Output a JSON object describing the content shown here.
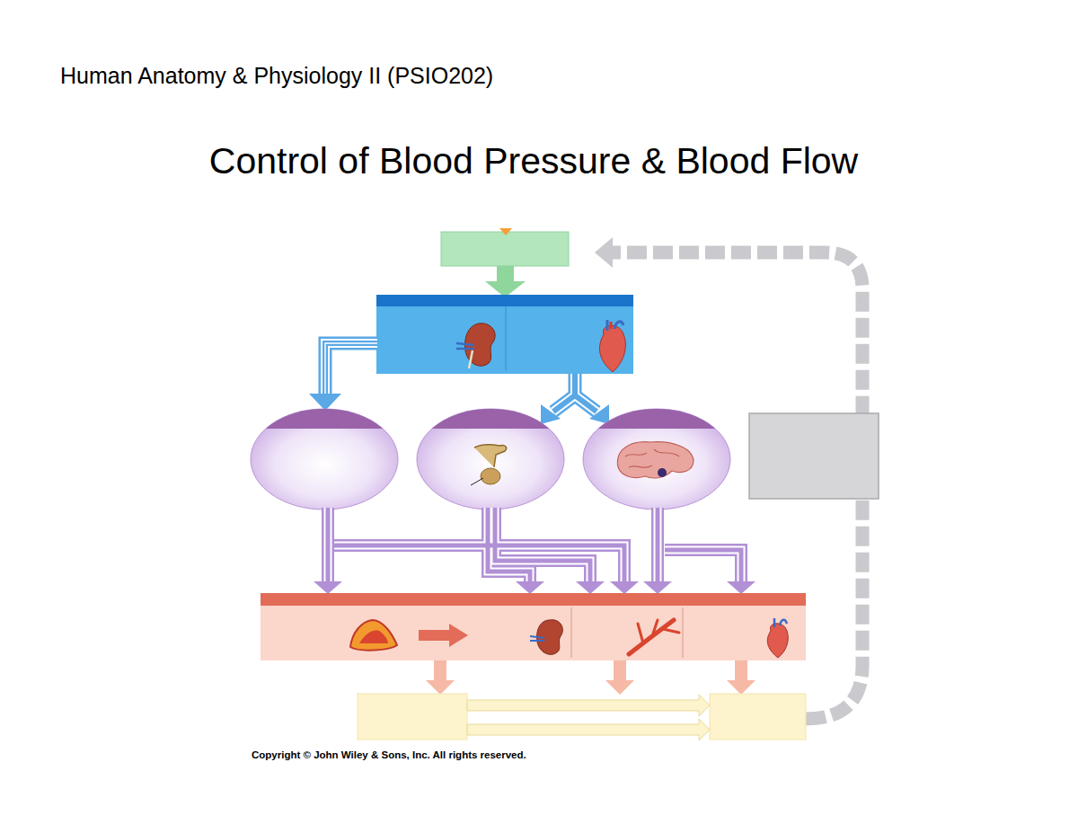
{
  "diagram": {
    "title": "Control of Blood Pressure & Blood Flow",
    "labels": [
      "Human Anatomy & Physiology II (PSIO202)",
      "Copyright © John Wiley & Sons, Inc. All rights reserved."
    ]
  }
}
